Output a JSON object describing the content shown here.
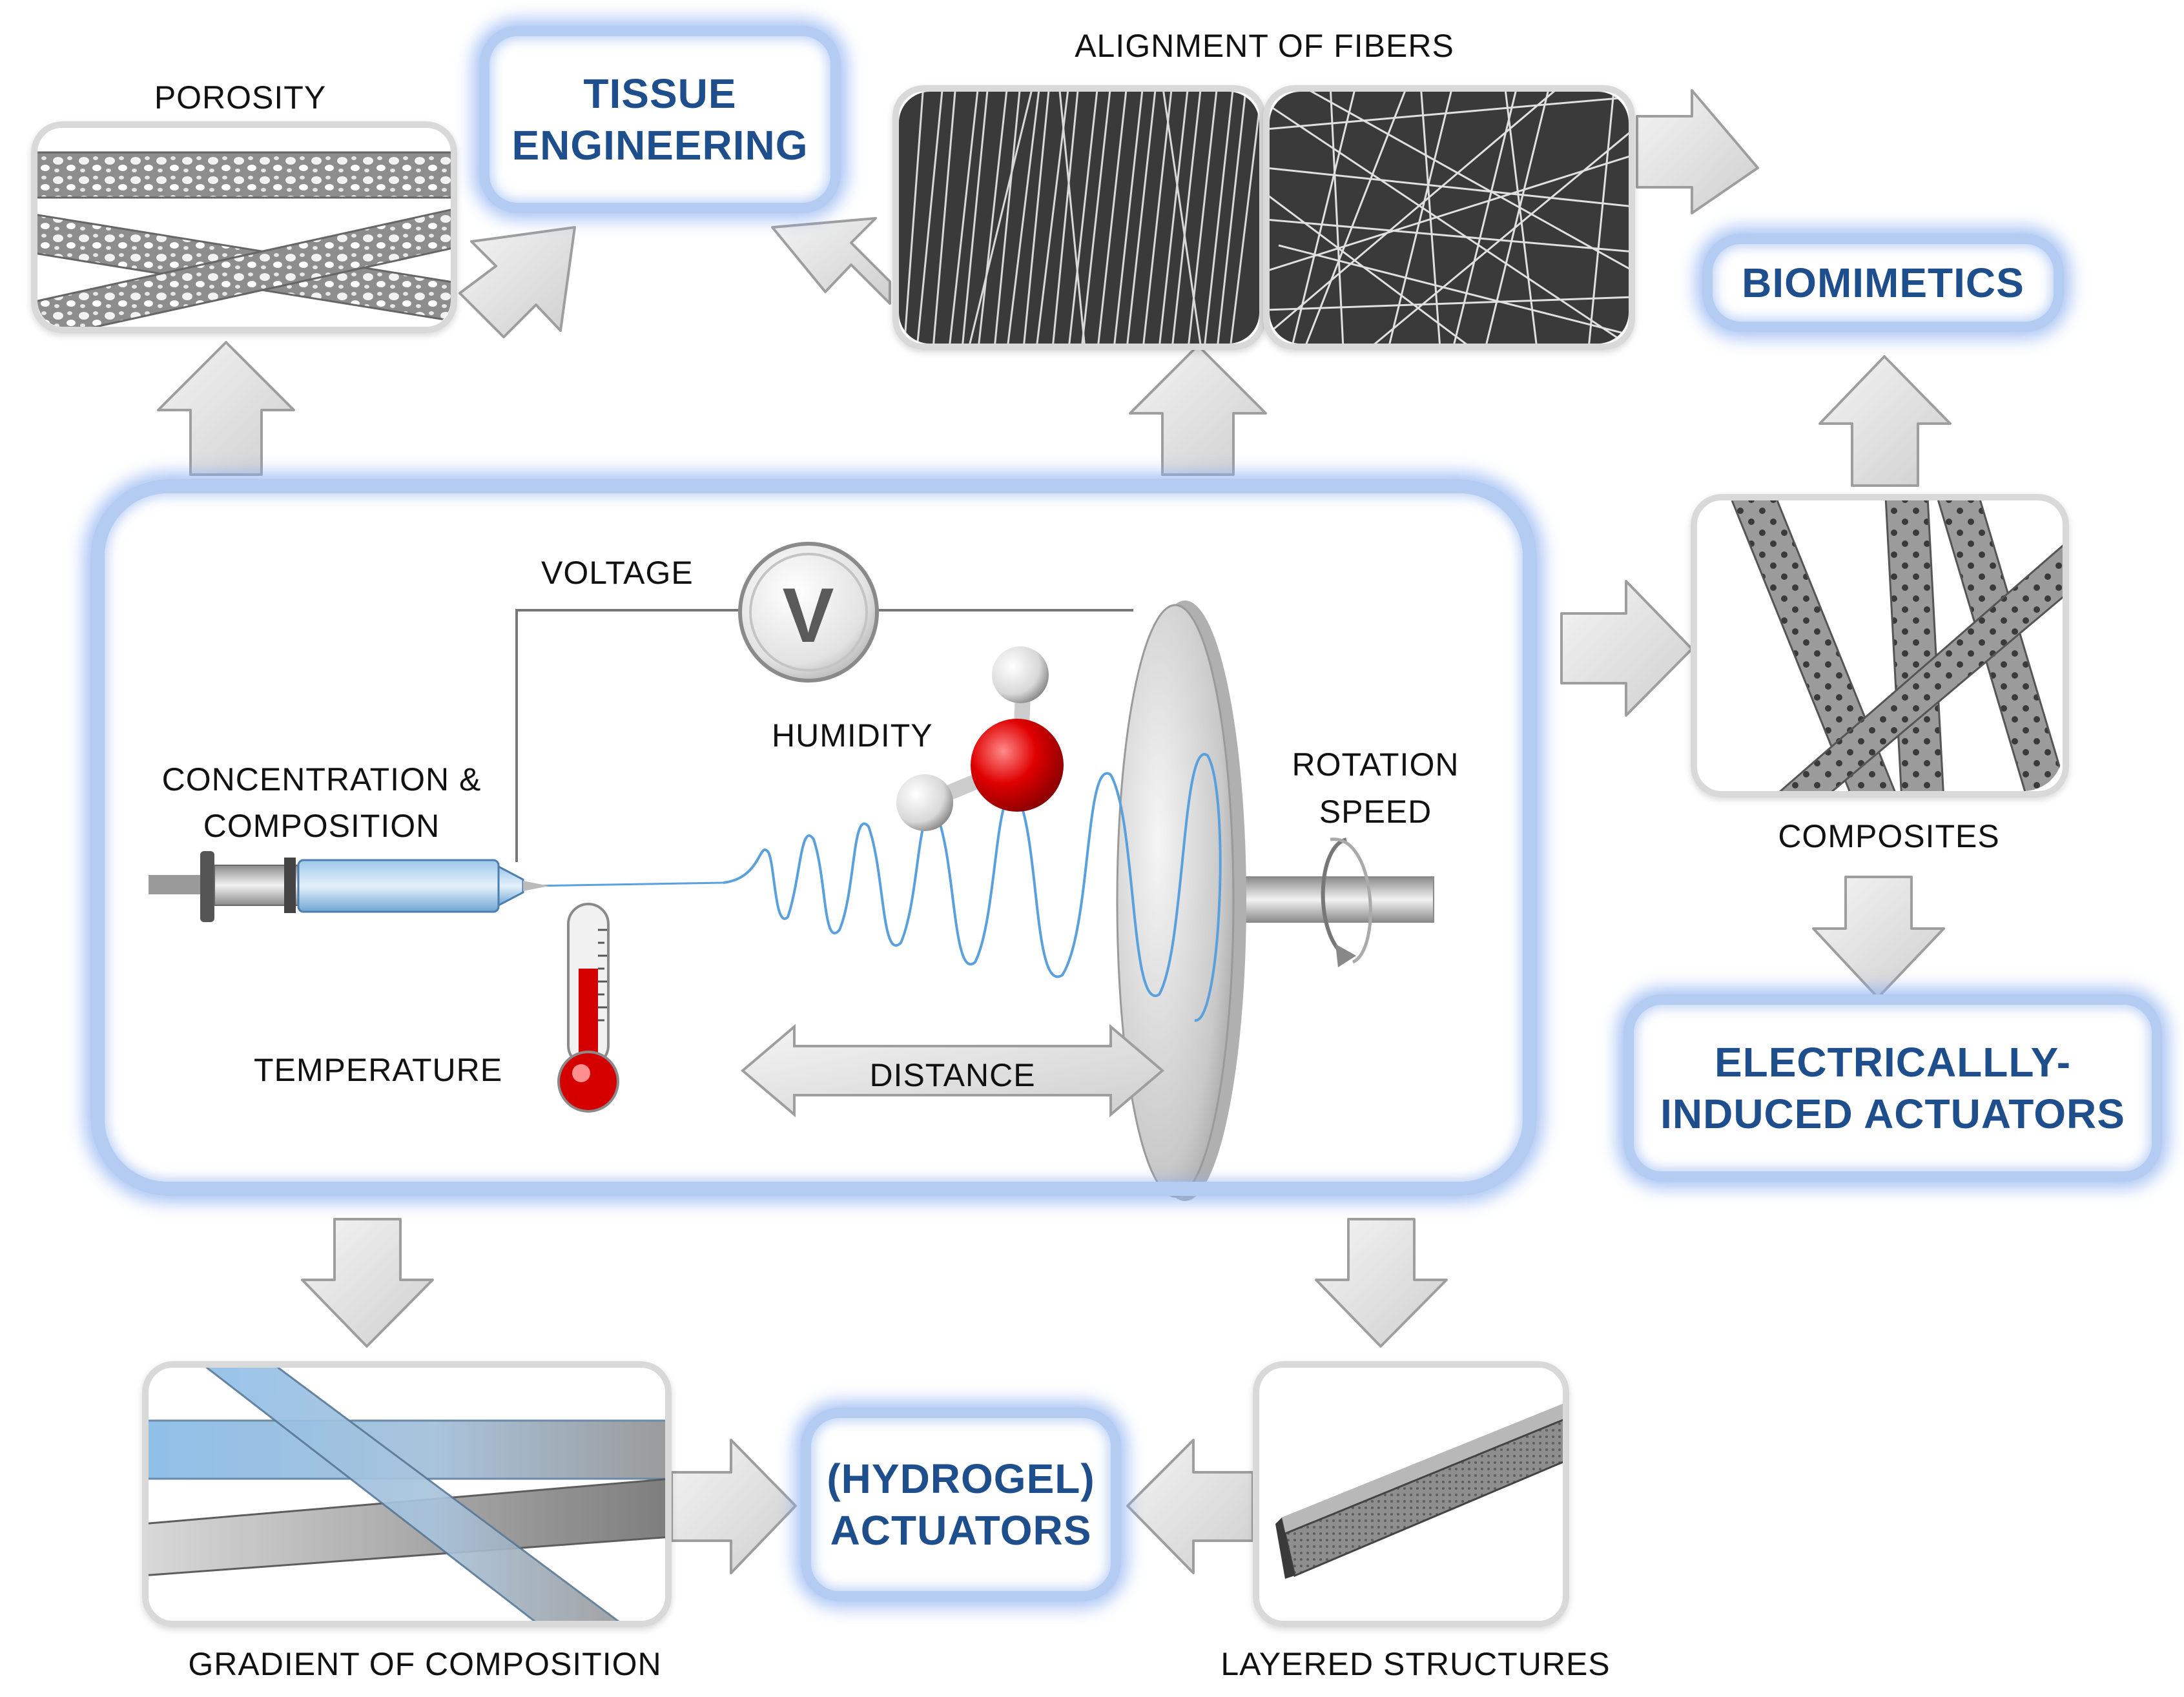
{
  "labels": {
    "porosity": "POROSITY",
    "alignment": "ALIGNMENT OF FIBERS",
    "voltage": "VOLTAGE",
    "voltage_symbol": "V",
    "humidity": "HUMIDITY",
    "concentration_line1": "CONCENTRATION &",
    "concentration_line2": "COMPOSITION",
    "rotation_line1": "ROTATION",
    "rotation_line2": "SPEED",
    "temperature": "TEMPERATURE",
    "distance": "DISTANCE",
    "composites": "COMPOSITES",
    "gradient": "GRADIENT OF COMPOSITION",
    "layered": "LAYERED STRUCTURES"
  },
  "applications": {
    "tissue_line1": "TISSUE",
    "tissue_line2": "ENGINEERING",
    "biomimetics": "BIOMIMETICS",
    "electrical_line1": "ELECTRICALLLY-",
    "electrical_line2": "INDUCED ACTUATORS",
    "hydrogel_line1": "(HYDROGEL)",
    "hydrogel_line2": "ACTUATORS"
  },
  "colors": {
    "title_blue": "#1f4e8c",
    "glow_blue": "#b4cbf2",
    "fiber_blue": "#5aa0dc",
    "water_red": "#cc0000",
    "arrow_gray": "#e6e6e6"
  },
  "icons": {
    "syringe": "syringe-icon",
    "thermometer": "thermometer-icon",
    "water_molecule": "water-molecule-icon",
    "collector": "rotating-collector-icon",
    "rotation": "rotation-arrow-icon"
  }
}
